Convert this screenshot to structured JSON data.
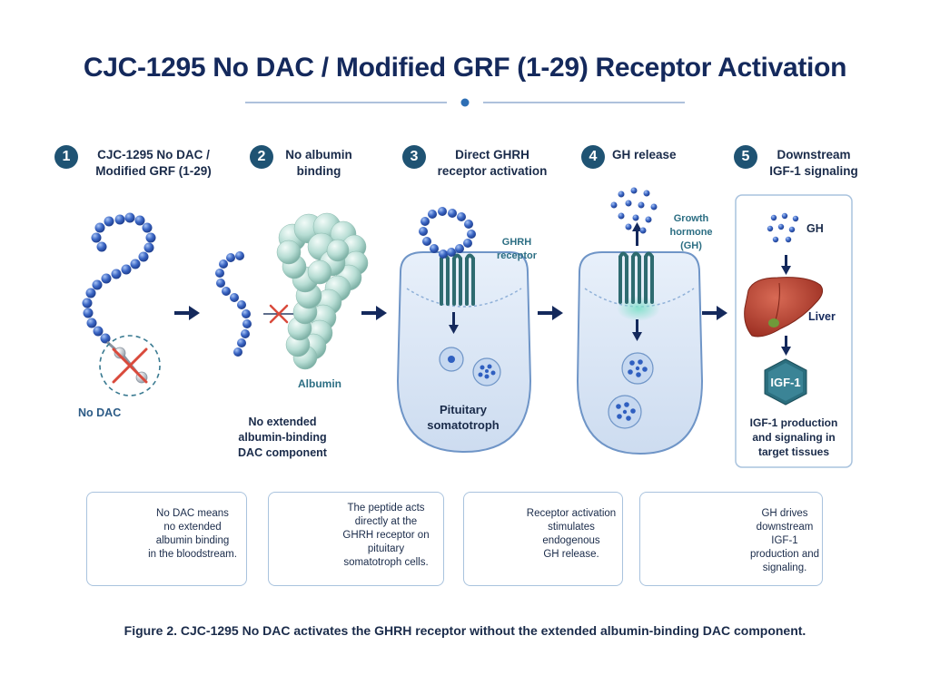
{
  "title": "CJC-1295 No DAC / Modified GRF (1-29) Receptor Activation",
  "steps": [
    {
      "num": "1",
      "line1": "CJC-1295 No DAC /",
      "line2": "Modified GRF (1-29)"
    },
    {
      "num": "2",
      "line1": "No albumin",
      "line2": "binding"
    },
    {
      "num": "3",
      "line1": "Direct GHRH",
      "line2": "receptor activation"
    },
    {
      "num": "4",
      "line1": "GH release",
      "line2": ""
    },
    {
      "num": "5",
      "line1": "Downstream",
      "line2": "IGF-1 signaling"
    }
  ],
  "labels": {
    "no_dac": "No DAC",
    "albumin": "Albumin",
    "no_ext_1": "No extended",
    "no_ext_2": "albumin-binding",
    "no_ext_3": "DAC component",
    "ghrh_1": "GHRH",
    "ghrh_2": "receptor",
    "pit_1": "Pituitary",
    "pit_2": "somatotroph",
    "gh_1": "Growth",
    "gh_2": "hormone",
    "gh_3": "(GH)",
    "gh": "GH",
    "liver": "Liver",
    "igf": "IGF-1",
    "igf_1": "IGF-1 production",
    "igf_2": "and signaling in",
    "igf_3": "target tissues"
  },
  "cards": [
    {
      "l1": "No DAC means",
      "l2": "no extended",
      "l3": "albumin binding",
      "l4": "in the bloodstream.",
      "l5": ""
    },
    {
      "l1": "The peptide acts",
      "l2": "directly at the",
      "l3": "GHRH receptor on",
      "l4": "pituitary",
      "l5": "somatotroph cells."
    },
    {
      "l1": "Receptor activation",
      "l2": "stimulates",
      "l3": "endogenous",
      "l4": "GH release.",
      "l5": ""
    },
    {
      "l1": "GH drives",
      "l2": "downstream IGF-1",
      "l3": "production and",
      "l4": "signaling.",
      "l5": ""
    }
  ],
  "card_igf": "IGF-1",
  "caption": "Figure 2. CJC-1295 No DAC activates the GHRH receptor without the extended albumin-binding DAC component.",
  "colors": {
    "navy": "#14295c",
    "bead": "#3b66c4",
    "cell_fill": "#dfeaf7",
    "receptor": "#2e6b70",
    "liver": "#b8402f",
    "igf_hex": "#2b6e7e"
  },
  "icons": [
    "arrow-right-icon",
    "peptide-chain-icon",
    "albumin-icon",
    "receptor-icon",
    "cell-icon",
    "liver-icon",
    "igf-hexagon-icon",
    "x-mark-icon"
  ]
}
